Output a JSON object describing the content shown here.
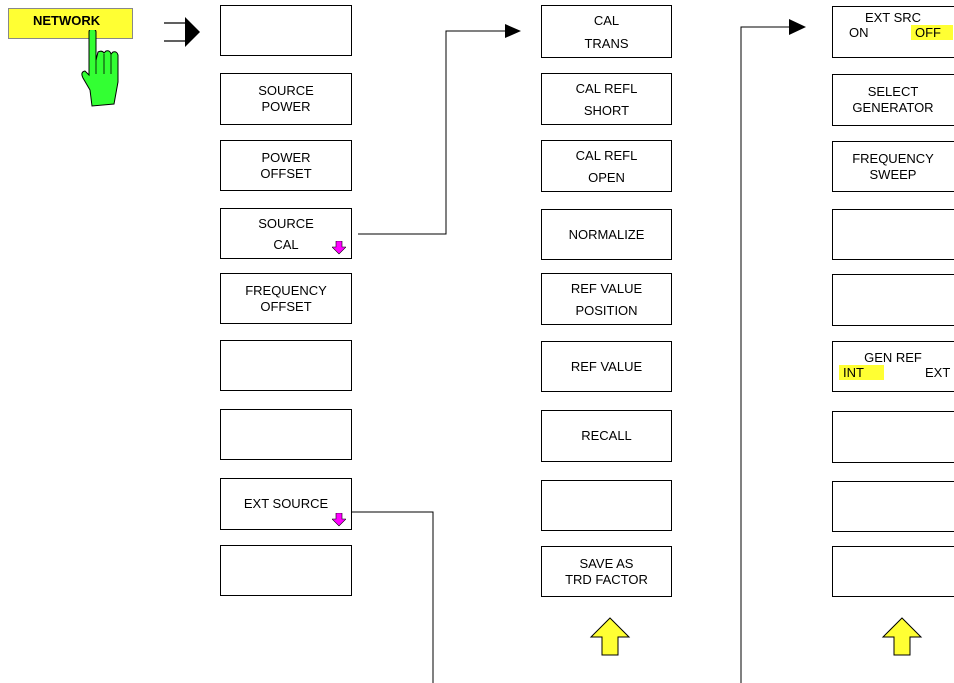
{
  "hardkey": {
    "label": "NETWORK",
    "accent": "#ffff33",
    "hand_color": "#33ff33"
  },
  "col1": [
    {
      "lines": []
    },
    {
      "lines": [
        "SOURCE",
        "POWER"
      ]
    },
    {
      "lines": [
        "POWER",
        "OFFSET"
      ]
    },
    {
      "lines": [
        "SOURCE",
        "CAL"
      ],
      "submenu": true
    },
    {
      "lines": [
        "FREQUENCY",
        "OFFSET"
      ]
    },
    {
      "lines": []
    },
    {
      "lines": []
    },
    {
      "lines": [
        "EXT SOURCE"
      ],
      "submenu": true
    },
    {
      "lines": []
    }
  ],
  "col2": [
    {
      "lines": [
        "CAL",
        "TRANS"
      ]
    },
    {
      "lines": [
        "CAL REFL",
        "SHORT"
      ]
    },
    {
      "lines": [
        "CAL REFL",
        "OPEN"
      ]
    },
    {
      "lines": [
        "NORMALIZE"
      ]
    },
    {
      "lines": [
        "REF VALUE",
        "POSITION"
      ]
    },
    {
      "lines": [
        "REF VALUE"
      ]
    },
    {
      "lines": [
        "RECALL"
      ]
    },
    {
      "lines": []
    },
    {
      "lines": [
        "SAVE AS",
        "TRD FACTOR"
      ]
    }
  ],
  "col3": {
    "ext_src": {
      "title": "EXT SRC",
      "on": "ON",
      "off": "OFF"
    },
    "select_generator": [
      "SELECT",
      "GENERATOR"
    ],
    "frequency_sweep": [
      "FREQUENCY",
      "SWEEP"
    ],
    "gen_ref": {
      "title": "GEN REF",
      "int": "INT",
      "ext": "EXT"
    }
  },
  "colors": {
    "highlight": "#ffff33",
    "submenu_arrow": "#ff00ff",
    "next_arrow": "#ffff33"
  }
}
